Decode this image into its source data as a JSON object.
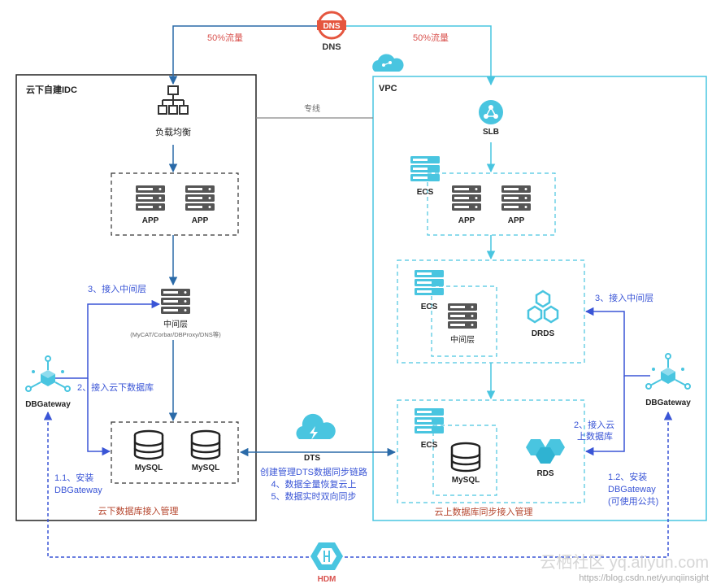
{
  "colors": {
    "red": "#d9534f",
    "blue": "#3a55d6",
    "darkblue": "#2a6aa8",
    "cyan": "#49c5e0",
    "dark": "#333333",
    "gray": "#888888"
  },
  "top": {
    "dns_label": "DNS",
    "dns_logo_text": "DNS",
    "traffic_left": "50%流量",
    "traffic_right": "50%流量"
  },
  "idc": {
    "title": "云下自建IDC",
    "load_balancer": "负载均衡",
    "app1": "APP",
    "app2": "APP",
    "middleware": "中间层",
    "middleware_detail": "(MyCAT/Corbar/DBProxy/DNS等)",
    "mysql1": "MySQL",
    "mysql2": "MySQL",
    "step3": "3、接入中间层",
    "step2": "2、接入云下数据库",
    "gateway": "DBGateway",
    "step1_1_line1": "1.1、安装",
    "step1_1_line2": "DBGateway",
    "caption": "云下数据库接入管理"
  },
  "vpc": {
    "title": "VPC",
    "slb": "SLB",
    "ecs1": "ECS",
    "app1": "APP",
    "app2": "APP",
    "ecs2": "ECS",
    "middleware": "中间层",
    "drds": "DRDS",
    "ecs3": "ECS",
    "mysql": "MySQL",
    "rds": "RDS",
    "step3": "3、接入中间层",
    "step2_line1": "2、接入云",
    "step2_line2": "上数据库",
    "gateway": "DBGateway",
    "step1_2_line1": "1.2、安装",
    "step1_2_line2": "DBGateway",
    "step1_2_line3": "(可使用公共)",
    "caption": "云上数据库同步接入管理"
  },
  "link": {
    "dedicated_line": "专线",
    "dts": "DTS",
    "dts_step_a": "创建管理DTS数据同步链路",
    "dts_step_b": "4、数据全量恢复云上",
    "dts_step_c": "5、数据实时双向同步"
  },
  "bottom": {
    "hdm": "HDM",
    "watermark": "云栖社区 yq.aliyun.com",
    "url": "https://blog.csdn.net/yunqiinsight"
  }
}
